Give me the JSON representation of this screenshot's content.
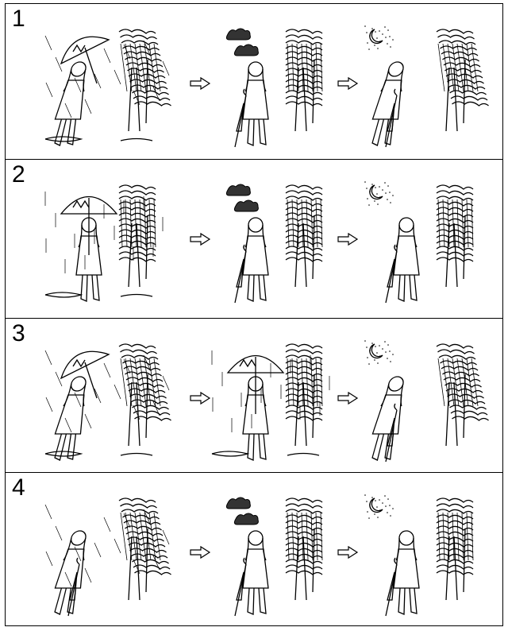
{
  "panels": [
    {
      "number": "1",
      "scenes": [
        {
          "weather": "windy-rain",
          "umbrella": "open-blown",
          "ground": "puddle"
        },
        {
          "weather": "cloudy",
          "umbrella": "closed",
          "ground": "none"
        },
        {
          "weather": "windy-night-moon",
          "umbrella": "closed",
          "ground": "none"
        }
      ]
    },
    {
      "number": "2",
      "scenes": [
        {
          "weather": "calm-rain",
          "umbrella": "open-upright",
          "ground": "puddle"
        },
        {
          "weather": "cloudy",
          "umbrella": "closed",
          "ground": "none"
        },
        {
          "weather": "calm-night-moon",
          "umbrella": "closed",
          "ground": "none"
        }
      ]
    },
    {
      "number": "3",
      "scenes": [
        {
          "weather": "windy-rain",
          "umbrella": "open-blown",
          "ground": "puddle"
        },
        {
          "weather": "calm-rain",
          "umbrella": "open-upright",
          "ground": "puddle"
        },
        {
          "weather": "windy-night-moon",
          "umbrella": "closed",
          "ground": "none"
        }
      ]
    },
    {
      "number": "4",
      "scenes": [
        {
          "weather": "windy-rain",
          "umbrella": "closed",
          "ground": "none"
        },
        {
          "weather": "cloudy",
          "umbrella": "closed",
          "ground": "none"
        },
        {
          "weather": "calm-night-moon",
          "umbrella": "closed",
          "ground": "none"
        }
      ]
    }
  ],
  "arrow_icon": "right-arrow-icon"
}
